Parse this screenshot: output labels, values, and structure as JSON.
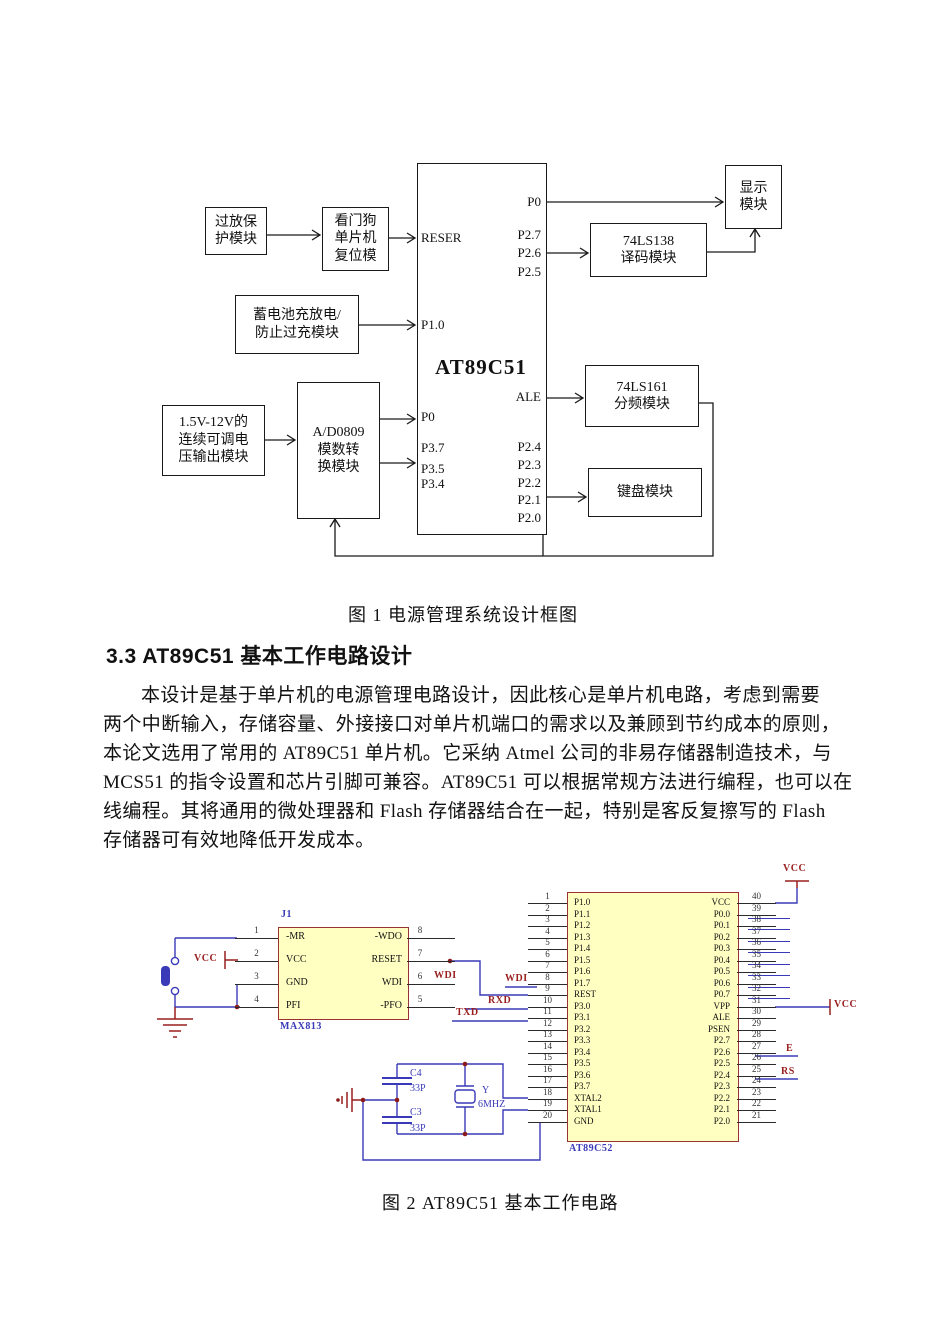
{
  "figure1": {
    "caption": "图 1 电源管理系统设计框图",
    "mcu": {
      "title": "AT89C51",
      "left_pins": [
        "RESER",
        "P1.0",
        "P0",
        "P3.7",
        "P3.5",
        "P3.4"
      ],
      "right_pins": [
        "P0",
        "P2.7",
        "P2.6",
        "P2.5",
        "ALE",
        "P2.4",
        "P2.3",
        "P2.2",
        "P2.1",
        "P2.0"
      ]
    },
    "boxes": {
      "overdischarge": "过放保\n护模块",
      "watchdog": "看门狗\n单片机\n复位模",
      "battery": "蓄电池充放电/\n防止过充模块",
      "adjustable": "1.5V-12V的\n连续可调电\n压输出模块",
      "adc": "A/D0809\n模数转\n换模块",
      "display": "显示\n模块",
      "decoder": "74LS138\n译码模块",
      "divider": "74LS161\n分频模块",
      "keyboard": "键盘模块"
    }
  },
  "section": {
    "heading": "3.3 AT89C51 基本工作电路设计",
    "paragraph_lines": [
      "本设计是基于单片机的电源管理电路设计，因此核心是单片机电路，考虑到需要",
      "两个中断输入，存储容量、外接接口对单片机端口的需求以及兼顾到节约成本的原则，",
      "本论文选用了常用的 AT89C51 单片机。它采纳 Atmel 公司的非易存储器制造技术，与",
      "MCS51 的指令设置和芯片引脚可兼容。AT89C51 可以根据常规方法进行编程，也可以在",
      "线编程。其将通用的微处理器和 Flash 存储器结合在一起，特别是客反复擦写的 Flash",
      "存储器可有效地降低开发成本。"
    ]
  },
  "figure2": {
    "caption": "图 2 AT89C51 基本工作电路",
    "max813": {
      "designator": "J1",
      "part": "MAX813",
      "left_pins": [
        {
          "n": "1",
          "name": "-MR"
        },
        {
          "n": "2",
          "name": "VCC"
        },
        {
          "n": "3",
          "name": "GND"
        },
        {
          "n": "4",
          "name": "PFI"
        }
      ],
      "right_pins": [
        {
          "n": "8",
          "name": "-WDO"
        },
        {
          "n": "7",
          "name": "RESET"
        },
        {
          "n": "6",
          "name": "WDI"
        },
        {
          "n": "5",
          "name": "-PFO"
        }
      ]
    },
    "at89c52": {
      "part": "AT89C52",
      "left_pins": [
        {
          "n": "1",
          "name": "P1.0"
        },
        {
          "n": "2",
          "name": "P1.1"
        },
        {
          "n": "3",
          "name": "P1.2"
        },
        {
          "n": "4",
          "name": "P1.3"
        },
        {
          "n": "5",
          "name": "P1.4"
        },
        {
          "n": "6",
          "name": "P1.5"
        },
        {
          "n": "7",
          "name": "P1.6"
        },
        {
          "n": "8",
          "name": "P1.7"
        },
        {
          "n": "9",
          "name": "REST"
        },
        {
          "n": "10",
          "name": "P3.0"
        },
        {
          "n": "11",
          "name": "P3.1"
        },
        {
          "n": "12",
          "name": "P3.2"
        },
        {
          "n": "13",
          "name": "P3.3"
        },
        {
          "n": "14",
          "name": "P3.4"
        },
        {
          "n": "15",
          "name": "P3.5"
        },
        {
          "n": "16",
          "name": "P3.6"
        },
        {
          "n": "17",
          "name": "P3.7"
        },
        {
          "n": "18",
          "name": "XTAL2"
        },
        {
          "n": "19",
          "name": "XTAL1"
        },
        {
          "n": "20",
          "name": "GND"
        }
      ],
      "right_pins": [
        {
          "n": "40",
          "name": "VCC"
        },
        {
          "n": "39",
          "name": "P0.0"
        },
        {
          "n": "38",
          "name": "P0.1"
        },
        {
          "n": "37",
          "name": "P0.2"
        },
        {
          "n": "36",
          "name": "P0.3"
        },
        {
          "n": "35",
          "name": "P0.4"
        },
        {
          "n": "34",
          "name": "P0.5"
        },
        {
          "n": "33",
          "name": "P0.6"
        },
        {
          "n": "32",
          "name": "P0.7"
        },
        {
          "n": "31",
          "name": "VPP"
        },
        {
          "n": "30",
          "name": "ALE"
        },
        {
          "n": "29",
          "name": "PSEN"
        },
        {
          "n": "28",
          "name": "P2.7"
        },
        {
          "n": "27",
          "name": "P2.6"
        },
        {
          "n": "26",
          "name": "P2.5"
        },
        {
          "n": "25",
          "name": "P2.4"
        },
        {
          "n": "24",
          "name": "P2.3"
        },
        {
          "n": "23",
          "name": "P2.2"
        },
        {
          "n": "22",
          "name": "P2.1"
        },
        {
          "n": "21",
          "name": "P2.0"
        }
      ]
    },
    "net_labels": {
      "vcc_left": "VCC",
      "vcc_top": "VCC",
      "vcc_right": "VCC",
      "wdi_max": "WDI",
      "wdi_mcu": "WDI",
      "rxd": "RXD",
      "txd": "TXD",
      "e": "E",
      "rs": "RS"
    },
    "components": {
      "c4_ref": "C4",
      "c4_val": "33P",
      "c3_ref": "C3",
      "c3_val": "33P",
      "xtal_ref": "Y",
      "xtal_val": "6MHZ"
    },
    "colors": {
      "chip_fill": "#ffffc2",
      "chip_border": "#993333",
      "wire": "#3a3ab8",
      "net_label": "#9a1f1f",
      "designator": "#3a3ab8",
      "dot": "#8b1a1a"
    }
  }
}
